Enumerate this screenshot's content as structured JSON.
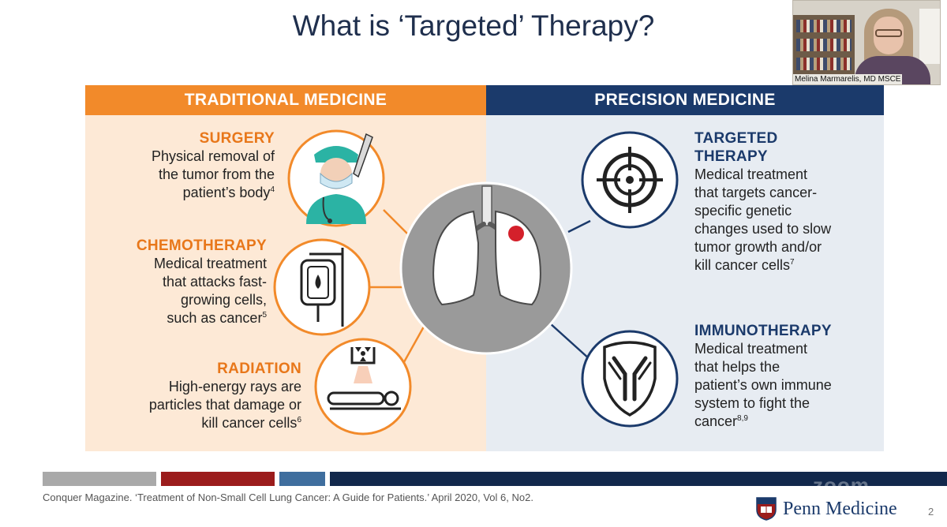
{
  "slide": {
    "title": "What is ‘Targeted’ Therapy?",
    "page_number": "2"
  },
  "webcam": {
    "name_label": "Melina Marmarelis, MD MSCE"
  },
  "traditional": {
    "header": "TRADITIONAL MEDICINE",
    "surgery": {
      "title": "SURGERY",
      "lines": [
        "Physical removal of",
        "the tumor from the",
        "patient’s body"
      ],
      "ref": "4",
      "icon": "surgeon-icon"
    },
    "chemo": {
      "title": "CHEMOTHERAPY",
      "lines": [
        "Medical treatment",
        "that attacks fast-",
        "growing cells,",
        "such as cancer"
      ],
      "ref": "5",
      "icon": "iv-bag-icon"
    },
    "radiation": {
      "title": "RADIATION",
      "lines": [
        "High-energy rays are",
        "particles that damage or",
        "kill cancer cells"
      ],
      "ref": "6",
      "icon": "radiation-machine-icon"
    }
  },
  "precision": {
    "header": "PRECISION MEDICINE",
    "targeted": {
      "title_lines": [
        "TARGETED",
        "THERAPY"
      ],
      "lines": [
        "Medical treatment",
        "that targets cancer-",
        "specific genetic",
        "changes used to slow",
        "tumor growth and/or",
        "kill cancer cells"
      ],
      "ref": "7",
      "icon": "crosshair-target-icon"
    },
    "immuno": {
      "title": "IMMUNOTHERAPY",
      "lines": [
        "Medical treatment",
        "that helps the",
        "patient’s own immune",
        "system to fight the",
        "cancer"
      ],
      "ref": "8,9",
      "icon": "antibody-shield-icon"
    }
  },
  "center_icon": "lungs-tumor-icon",
  "footer": {
    "citation": "Conquer Magazine. ‘Treatment of Non-Small Cell Lung Cancer: A Guide for Patients.’ April 2020, Vol 6, No2.",
    "logo_text": "Penn Medicine",
    "watermark": "zoom"
  },
  "colors": {
    "orange": "#f28a2a",
    "navy": "#1b3a6b",
    "left_bg": "#fde9d6",
    "right_bg": "#e7ecf2",
    "gray_circle": "#9a9a9a",
    "tumor_red": "#d4202b",
    "bar_gray": "#a9a9a9",
    "bar_red": "#9b1c1c",
    "bar_blue": "#3f6e9e",
    "bar_navy": "#12284c"
  }
}
